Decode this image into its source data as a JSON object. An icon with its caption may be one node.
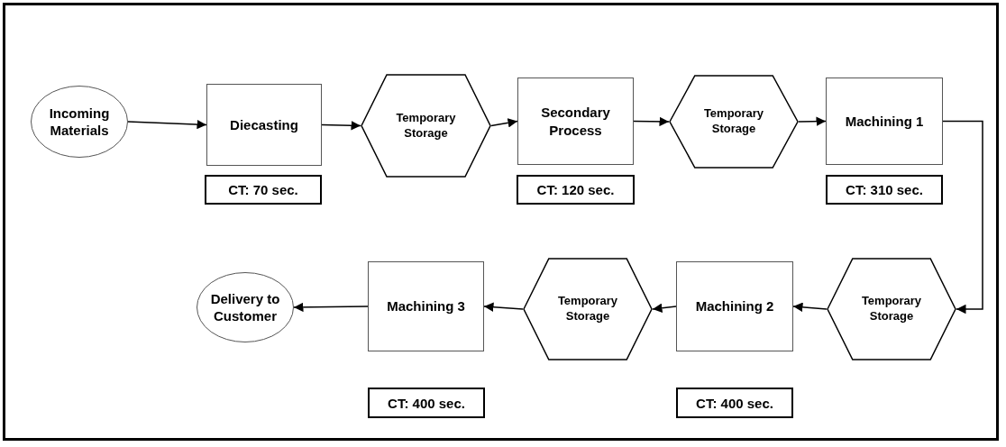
{
  "diagram": {
    "nodes": [
      {
        "text": [
          "Incoming Materials"
        ]
      },
      {
        "text": [
          "Diecasting"
        ],
        "beside": [
          "CT: 70 sec."
        ]
      },
      {
        "text": [
          "Temporary Storage"
        ]
      },
      {
        "text": [
          "Secondary Process"
        ],
        "beside": [
          "CT: 120 sec."
        ]
      },
      {
        "text": [
          "Temporary Storage"
        ]
      },
      {
        "text": [
          "Machining 1"
        ],
        "beside": [
          "CT: 310 sec."
        ]
      },
      {
        "text": [
          "Temporary Storage"
        ]
      },
      {
        "text": [
          "Machining 2"
        ],
        "beside": [
          "CT: 400 sec."
        ]
      },
      {
        "text": [
          "Temporary Storage"
        ]
      },
      {
        "text": [
          "Machining 3"
        ],
        "beside": [
          "CT: 400 sec."
        ]
      },
      {
        "text": [
          "Delivery to Customer"
        ]
      }
    ],
    "edges": [
      {
        "from": 0,
        "to": 1,
        "arrow": "to"
      },
      {
        "from": 1,
        "to": 2,
        "arrow": "to"
      },
      {
        "from": 2,
        "to": 3,
        "arrow": "to"
      },
      {
        "from": 3,
        "to": 4,
        "arrow": "to"
      },
      {
        "from": 4,
        "to": 5,
        "arrow": "to"
      },
      {
        "from": 5,
        "to": 6,
        "arrow": "to"
      },
      {
        "from": 6,
        "to": 7,
        "arrow": "to"
      },
      {
        "from": 7,
        "to": 8,
        "arrow": "to"
      },
      {
        "from": 8,
        "to": 9,
        "arrow": "to"
      },
      {
        "from": 9,
        "to": 10,
        "arrow": "to"
      }
    ]
  }
}
